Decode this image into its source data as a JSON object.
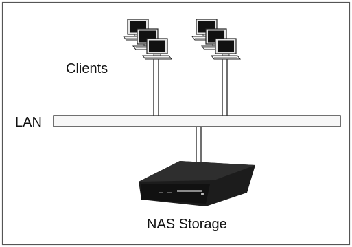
{
  "diagram": {
    "labels": {
      "clients": "Clients",
      "lan": "LAN",
      "nas": "NAS Storage"
    },
    "icons": {
      "client_group_left": "computer-workstation-icon",
      "client_group_right": "computer-workstation-icon",
      "nas": "nas-storage-device-icon"
    },
    "colors": {
      "frame_border": "#555555",
      "lan_bar_fill": "#f7f7f7",
      "lan_bar_stroke": "#333333",
      "monitor_screen": "#111111",
      "monitor_body": "#e6e6e6",
      "nas_body": "#1c1c1c",
      "cable": "#333333"
    }
  }
}
